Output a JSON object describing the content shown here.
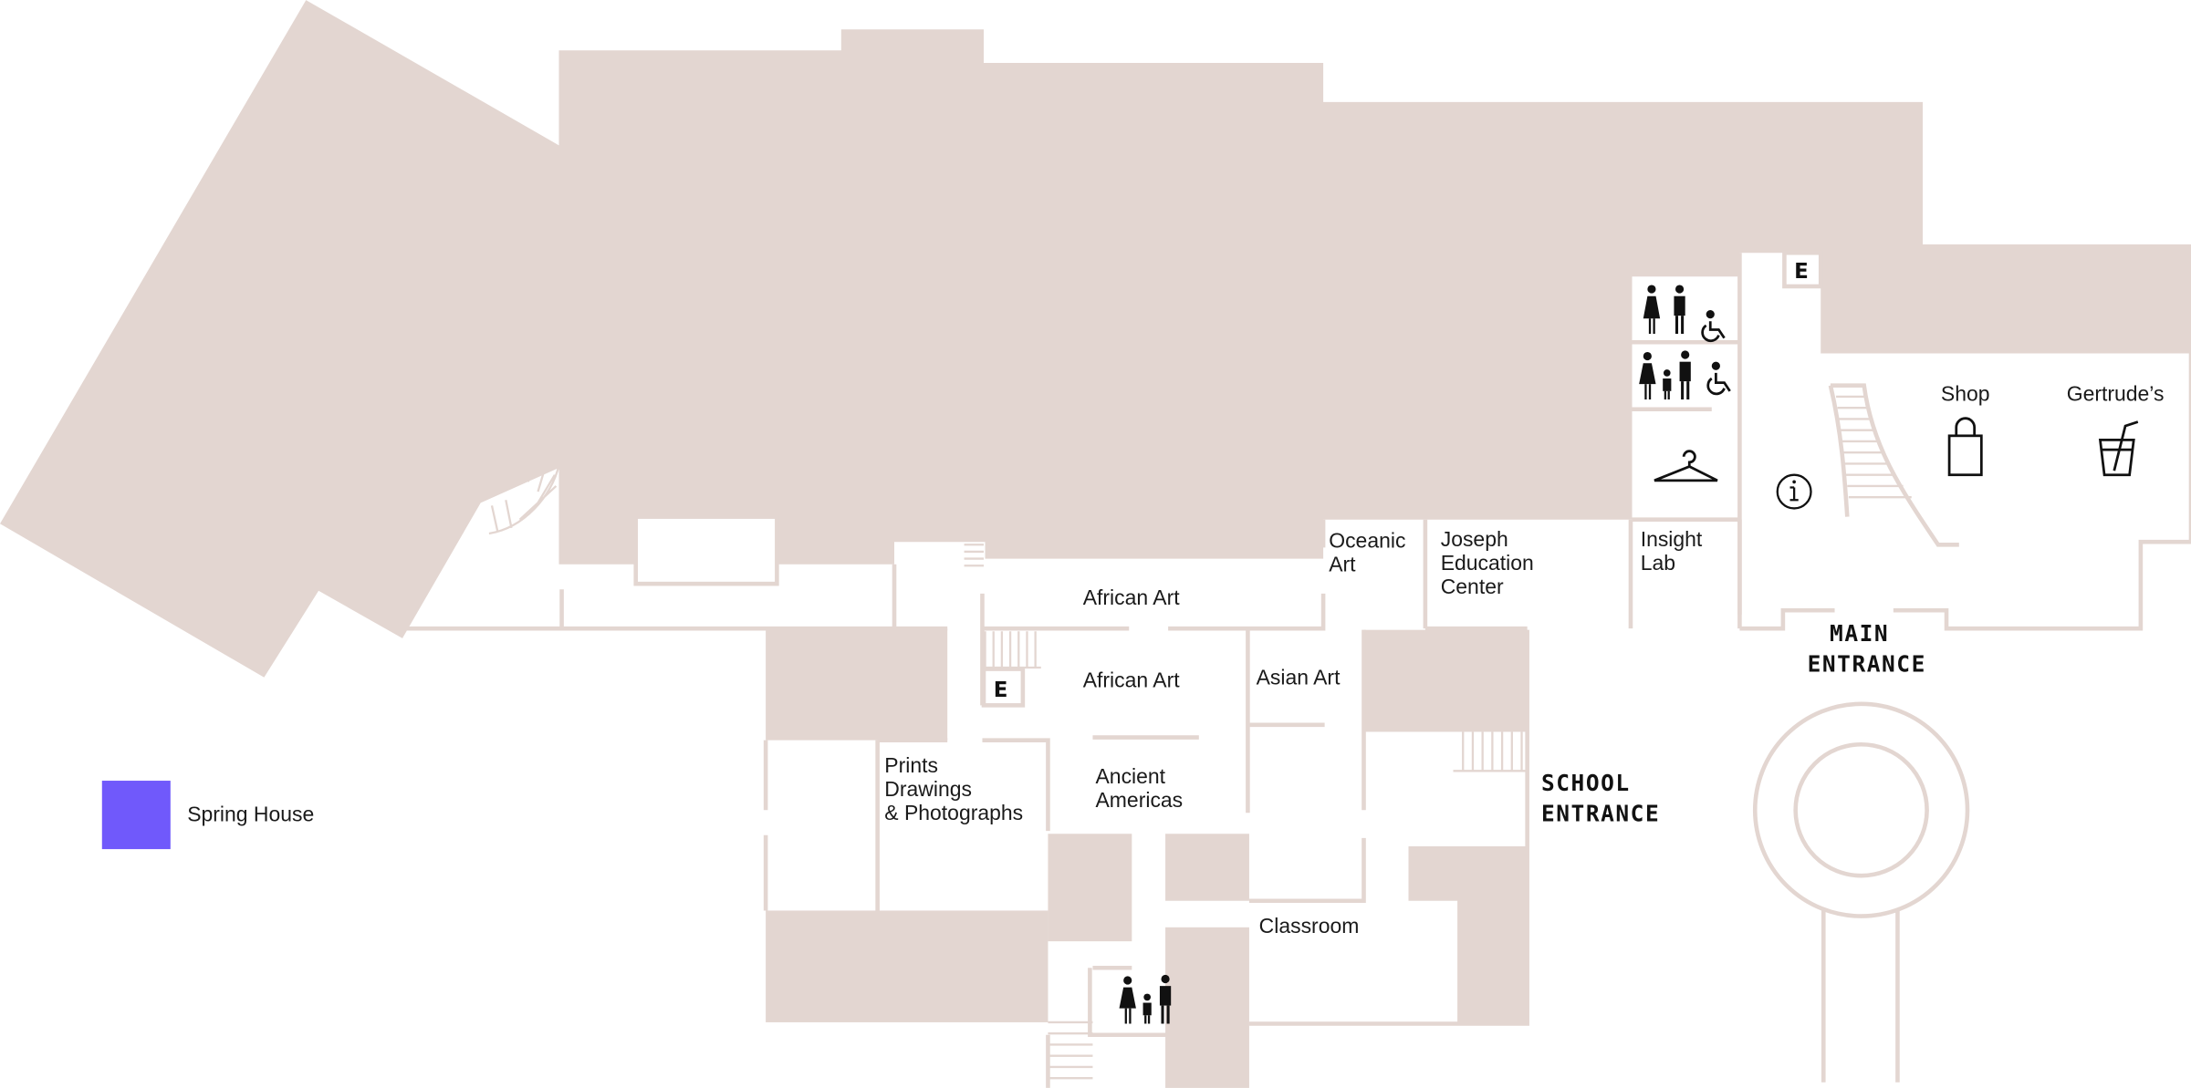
{
  "colors": {
    "building": "#e3d6d1",
    "spring_house": "#7059fb",
    "text": "#1a1a1a"
  },
  "rooms": {
    "african_art_1": "African Art",
    "african_art_2": "African Art",
    "asian_art": "Asian Art",
    "oceanic_art": [
      "Oceanic",
      "Art"
    ],
    "joseph_education": [
      "Joseph",
      "Education",
      "Center"
    ],
    "insight_lab": [
      "Insight",
      "Lab"
    ],
    "prints": [
      "Prints",
      "Drawings",
      "& Photographs"
    ],
    "ancient_americas": [
      "Ancient",
      "Americas"
    ],
    "classroom": "Classroom",
    "shop": "Shop",
    "gertrudes": "Gertrude’s"
  },
  "entrances": {
    "main": [
      "MAIN",
      "ENTRANCE"
    ],
    "school": [
      "SCHOOL",
      "ENTRANCE"
    ]
  },
  "elevator_label": "E",
  "legend": {
    "label": "Spring House"
  },
  "icons": [
    "restroom-icon",
    "family-restroom-icon",
    "accessible-icon",
    "coat-check-icon",
    "info-icon",
    "shop-bag-icon",
    "drink-icon"
  ]
}
